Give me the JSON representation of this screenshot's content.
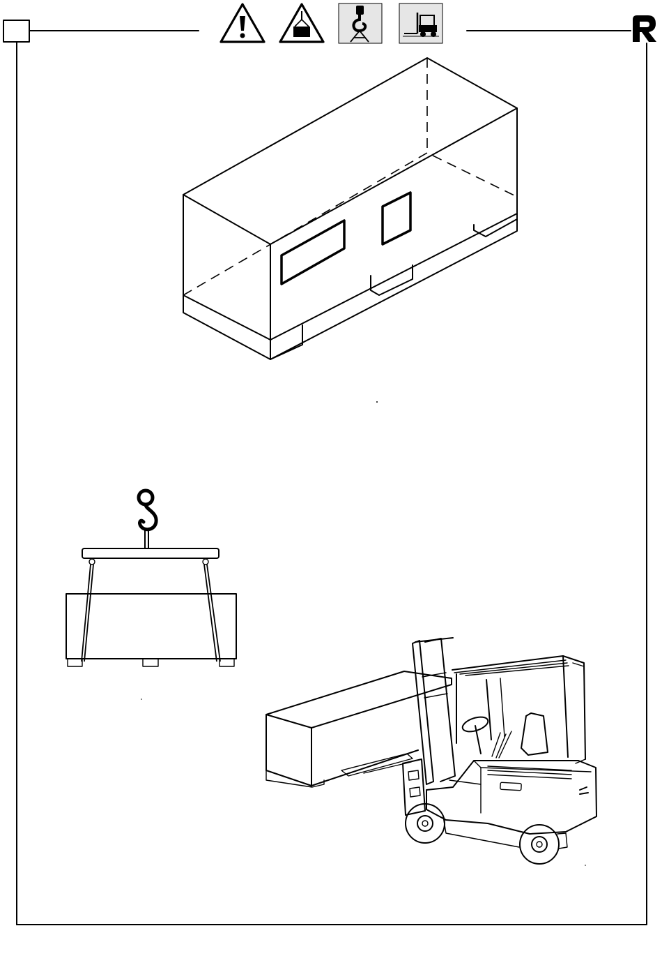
{
  "header": {
    "page_marker": "",
    "icons": [
      {
        "name": "warning-triangle-icon"
      },
      {
        "name": "suspended-load-warning-icon"
      },
      {
        "name": "crane-hook-icon"
      },
      {
        "name": "forklift-icon"
      }
    ],
    "logo": "R"
  },
  "illustrations": [
    {
      "name": "packing-crate-illustration"
    },
    {
      "name": "crane-lifting-illustration"
    },
    {
      "name": "forklift-lifting-illustration"
    }
  ],
  "colors": {
    "ink": "#000000",
    "paper": "#ffffff",
    "icon_bg": "#e6e6e6"
  }
}
